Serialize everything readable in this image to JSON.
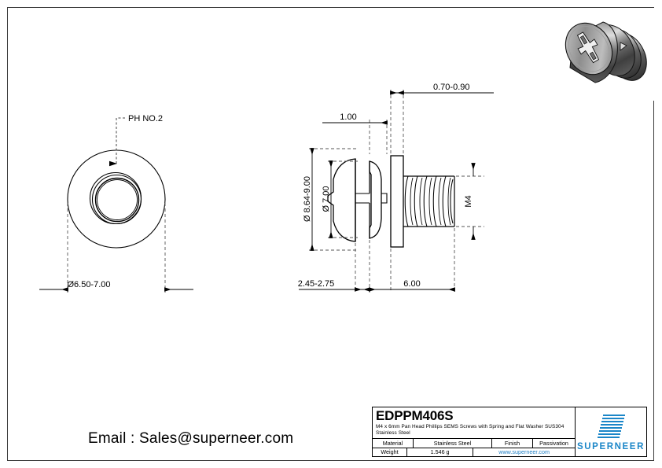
{
  "sheet": {
    "email": "Email : Sales@superneer.com"
  },
  "views": {
    "front_view": {
      "callout": "PH NO.2",
      "diameter_dimension": "Ø6.50-7.00"
    },
    "side_view": {
      "washer_thickness": "0.70-0.90",
      "spring_washer_thickness": "1.00",
      "head_diameter": "Ø 8.64-9.00",
      "spring_washer_diameter": "Ø 7.00",
      "thread_size": "M4",
      "head_height": "2.45-2.75",
      "thread_length": "6.00"
    }
  },
  "title_block": {
    "part_number": "EDPPM406S",
    "description": "M4 x 6mm Pan Head Phillips SEMS Screws with Spring and Flat Washer SUS304 Stainless Steel",
    "material_label": "Material",
    "material_value": "Stainless Steel",
    "finish_label": "Finish",
    "finish_value": "Passivation",
    "weight_label": "Weight",
    "weight_value": "1.546 g",
    "website": "www.superneer.com",
    "brand": "SUPERNEER",
    "brand_color": "#1b86c8",
    "link_color": "#1f7fc4"
  }
}
